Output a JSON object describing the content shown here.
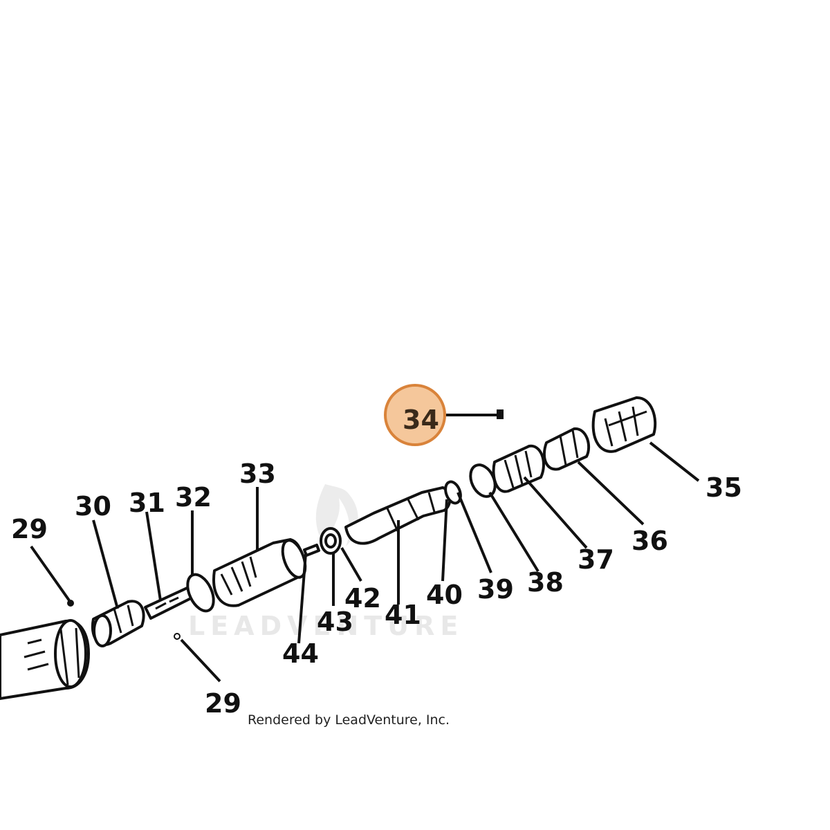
{
  "watermark": "LEADVENTURE",
  "credit": "Rendered by LeadVenture, Inc.",
  "highlight_color": "#f5c79b",
  "highlight_border": "#d9833a",
  "callouts": {
    "c29a": "29",
    "c29b": "29",
    "c30": "30",
    "c31": "31",
    "c32": "32",
    "c33": "33",
    "c34": "34",
    "c35": "35",
    "c36": "36",
    "c37": "37",
    "c38": "38",
    "c39": "39",
    "c40": "40",
    "c41": "41",
    "c42": "42",
    "c43": "43",
    "c44": "44"
  }
}
